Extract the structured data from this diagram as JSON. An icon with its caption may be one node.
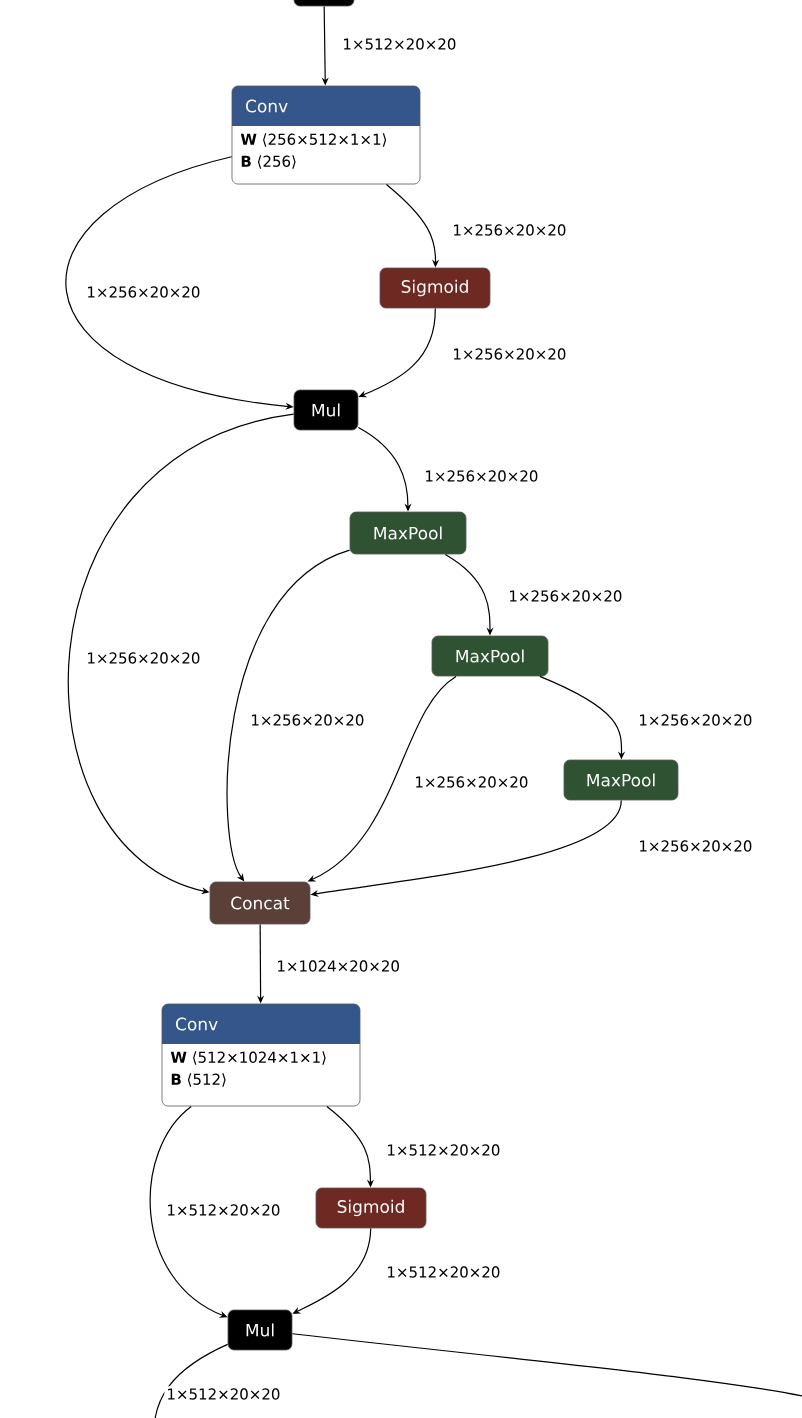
{
  "diagram": {
    "nodes": [
      {
        "text": [],
        "shape": "box"
      },
      {
        "text": [
          "Conv",
          "**W** ⟨256×512×1×1⟩",
          "**B** ⟨256⟩"
        ]
      },
      {
        "text": [
          "Sigmoid"
        ]
      },
      {
        "text": [
          "Mul"
        ]
      },
      {
        "text": [
          "MaxPool"
        ]
      },
      {
        "text": [
          "MaxPool"
        ]
      },
      {
        "text": [
          "MaxPool"
        ]
      },
      {
        "text": [
          "Concat"
        ]
      },
      {
        "text": [
          "Conv",
          "**W** ⟨512×1024×1×1⟩",
          "**B** ⟨512⟩"
        ]
      },
      {
        "text": [
          "Sigmoid"
        ]
      },
      {
        "text": [
          "Mul"
        ]
      }
    ],
    "edges": [
      {
        "from": 0,
        "to": 1,
        "arrow": "to",
        "label": "1×512×20×20"
      },
      {
        "from": 1,
        "to": 3,
        "arrow": "to",
        "label": "1×256×20×20"
      },
      {
        "from": 1,
        "to": 2,
        "arrow": "to",
        "label": "1×256×20×20"
      },
      {
        "from": 2,
        "to": 3,
        "arrow": "to",
        "label": "1×256×20×20"
      },
      {
        "from": 3,
        "to": 4,
        "arrow": "to",
        "label": "1×256×20×20"
      },
      {
        "from": 3,
        "to": 7,
        "arrow": "to",
        "label": "1×256×20×20"
      },
      {
        "from": 4,
        "to": 5,
        "arrow": "to",
        "label": "1×256×20×20"
      },
      {
        "from": 4,
        "to": 7,
        "arrow": "to",
        "label": "1×256×20×20"
      },
      {
        "from": 5,
        "to": 6,
        "arrow": "to",
        "label": "1×256×20×20"
      },
      {
        "from": 5,
        "to": 7,
        "arrow": "to",
        "label": "1×256×20×20"
      },
      {
        "from": 6,
        "to": 7,
        "arrow": "to",
        "label": "1×256×20×20"
      },
      {
        "from": 7,
        "to": 8,
        "arrow": "to",
        "label": "1×1024×20×20"
      },
      {
        "from": 8,
        "to": 10,
        "arrow": "to",
        "label": "1×512×20×20"
      },
      {
        "from": 8,
        "to": 9,
        "arrow": "to",
        "label": "1×512×20×20"
      },
      {
        "from": 9,
        "to": 10,
        "arrow": "to",
        "label": "1×512×20×20"
      },
      {
        "from": 10,
        "to": null,
        "arrow": "none",
        "label": "1×512×20×20"
      },
      {
        "from": 10,
        "to": null,
        "arrow": "none"
      }
    ]
  }
}
